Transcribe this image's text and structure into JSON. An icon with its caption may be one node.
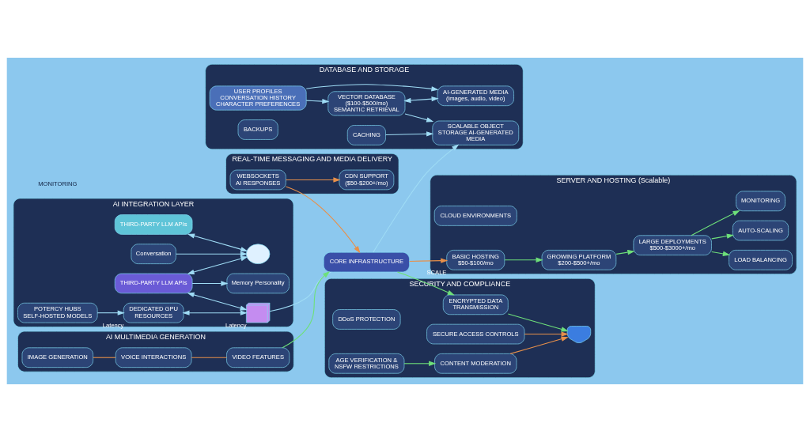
{
  "diagram": {
    "nodes": [
      {
        "text": [
          "AI INTEGRATION LAYER"
        ]
      },
      {
        "text": [
          "THIRD-PARTY LLM APIs"
        ],
        "in": 0
      },
      {
        "text": [],
        "shape": "cloud",
        "in": 0
      },
      {
        "text": [
          "Conversation"
        ],
        "in": 0
      },
      {
        "text": [
          "THIRD-PARTY LLM APIs"
        ],
        "in": 0
      },
      {
        "text": [
          "Memory Personality"
        ],
        "in": 0
      },
      {
        "text": [
          "POTERCY HUBS",
          "SELF-HOSTED MODELS"
        ],
        "in": 0
      },
      {
        "text": [
          "DEDICATED GPU RESOURCES"
        ],
        "beside": [
          "Latency"
        ],
        "in": 0
      },
      {
        "text": [],
        "shape": "box",
        "beside": [
          "Latency"
        ],
        "in": 0
      },
      {
        "text": [
          "SERVER AND HOSTING (Scalable)"
        ]
      },
      {
        "text": [
          "CLOUD ENVIRONMENTS"
        ],
        "in": 9
      },
      {
        "text": [
          "BASIC HOSTING",
          "$50-$100/mo"
        ],
        "beside": [
          "SCALE"
        ],
        "in": 9
      },
      {
        "text": [
          "GROWING PLATFORM",
          "$200-$500+/mo"
        ],
        "in": 9
      },
      {
        "text": [
          "LARGE DEPLOYMENTS",
          "$500-$3000+/mo"
        ],
        "in": 9
      },
      {
        "text": [
          "LOAD BALANCING"
        ],
        "in": 9
      },
      {
        "text": [
          "AUTO-SCALING"
        ],
        "in": 9
      },
      {
        "text": [
          "MONITORING"
        ],
        "in": 9
      },
      {
        "text": [
          "AI MULTIMEDIA GENERATION"
        ]
      },
      {
        "text": [
          "IMAGE GENERATION"
        ],
        "in": 17
      },
      {
        "text": [
          "VOICE INTERACTIONS"
        ],
        "in": 17
      },
      {
        "text": [
          "VIDEO FEATURES"
        ],
        "in": 17
      },
      {
        "text": [
          "CORE INFRASTRUCTURE"
        ]
      },
      {
        "text": [
          "REAL-TIME MESSAGING AND MEDIA DELIVERY"
        ]
      },
      {
        "text": [
          "WEBSOCKETS",
          "AI RESPONSES"
        ],
        "in": 22
      },
      {
        "text": [
          "CDN SUPPORT",
          "($50-$200+/mo)"
        ],
        "in": 22
      },
      {
        "text": [
          "DATABASE AND STORAGE"
        ]
      },
      {
        "text": [
          "USER PROFILES CONVERSATION HISTORY CHARACTER PREFERENCES"
        ],
        "in": 25
      },
      {
        "text": [
          "AI-GENERATED MEDIA",
          "(images, audio, video)"
        ],
        "in": 25
      },
      {
        "text": [
          "VECTOR DATABASE",
          "($100-$500/mo)",
          "SEMANTIC RETRIEVAL"
        ],
        "in": 25
      },
      {
        "text": [
          "SCALABLE OBJECT STORAGE AI-GENERATED MEDIA"
        ],
        "in": 25
      },
      {
        "text": [
          "CACHING"
        ],
        "in": 25
      },
      {
        "text": [
          "BACKUPS"
        ],
        "in": 25
      },
      {
        "text": [
          "SECURITY AND COMPLIANCE"
        ]
      },
      {
        "text": [],
        "shape": "shield",
        "in": 32
      },
      {
        "text": [
          "ENCRYPTED DATA TRANSMISSION"
        ],
        "in": 32
      },
      {
        "text": [
          "SECURE ACCESS CONTROLS"
        ],
        "in": 32
      },
      {
        "text": [
          "DDoS PROTECTION"
        ],
        "in": 32
      },
      {
        "text": [
          "CONTENT MODERATION"
        ],
        "in": 32
      },
      {
        "text": [
          "AGE VERIFICATION & NSFW RESTRICTIONS"
        ],
        "in": 32
      }
    ],
    "edges": [
      {
        "from": 3,
        "to": 2,
        "arrow": "to"
      },
      {
        "from": 4,
        "to": 2,
        "arrow": "both"
      },
      {
        "from": 1,
        "to": 2,
        "arrow": "both"
      },
      {
        "from": 1,
        "to": 5,
        "arrow": "to"
      },
      {
        "from": 1,
        "to": 8,
        "arrow": "both"
      },
      {
        "from": 6,
        "to": 7,
        "arrow": "to"
      },
      {
        "from": 7,
        "to": 8,
        "arrow": "both"
      },
      {
        "from": 8,
        "to": 21,
        "arrow": "none"
      },
      {
        "from": 21,
        "to": 11,
        "arrow": "to",
        "color": "#e8904a"
      },
      {
        "from": 11,
        "to": 12,
        "arrow": "to",
        "color": "#6ee07a"
      },
      {
        "from": 12,
        "to": 13,
        "arrow": "to",
        "color": "#6ee07a"
      },
      {
        "from": 13,
        "to": 14,
        "arrow": "to",
        "color": "#6ee07a"
      },
      {
        "from": 13,
        "to": 15,
        "arrow": "to",
        "color": "#6ee07a"
      },
      {
        "from": 13,
        "to": 16,
        "arrow": "to",
        "color": "#6ee07a"
      },
      {
        "from": 18,
        "to": 19,
        "arrow": "none",
        "color": "#e8904a"
      },
      {
        "from": 19,
        "to": 20,
        "arrow": "none",
        "color": "#e8904a"
      },
      {
        "from": 20,
        "to": 21,
        "arrow": "to",
        "color": "#6ee07a"
      },
      {
        "from": 23,
        "to": 21,
        "arrow": "to",
        "color": "#e8904a"
      },
      {
        "from": 23,
        "to": 24,
        "arrow": "to",
        "color": "#e8904a"
      },
      {
        "from": 26,
        "to": 28,
        "arrow": "to"
      },
      {
        "from": 26,
        "to": 27,
        "arrow": "to"
      },
      {
        "from": 28,
        "to": 27,
        "arrow": "both"
      },
      {
        "from": 28,
        "to": 29,
        "arrow": "to"
      },
      {
        "from": 30,
        "to": 29,
        "arrow": "to"
      },
      {
        "from": 21,
        "to": 29,
        "arrow": "to"
      },
      {
        "from": 34,
        "to": 33,
        "arrow": "to",
        "color": "#6ee07a"
      },
      {
        "from": 35,
        "to": 33,
        "arrow": "to",
        "color": "#e8904a"
      },
      {
        "from": 37,
        "to": 33,
        "arrow": "to",
        "color": "#e8904a"
      },
      {
        "from": 38,
        "to": 37,
        "arrow": "to",
        "color": "#6ee07a"
      },
      {
        "from": 21,
        "to": 34,
        "arrow": "to",
        "color": "#6ee07a"
      }
    ],
    "labels": [
      "MONITORING"
    ]
  }
}
